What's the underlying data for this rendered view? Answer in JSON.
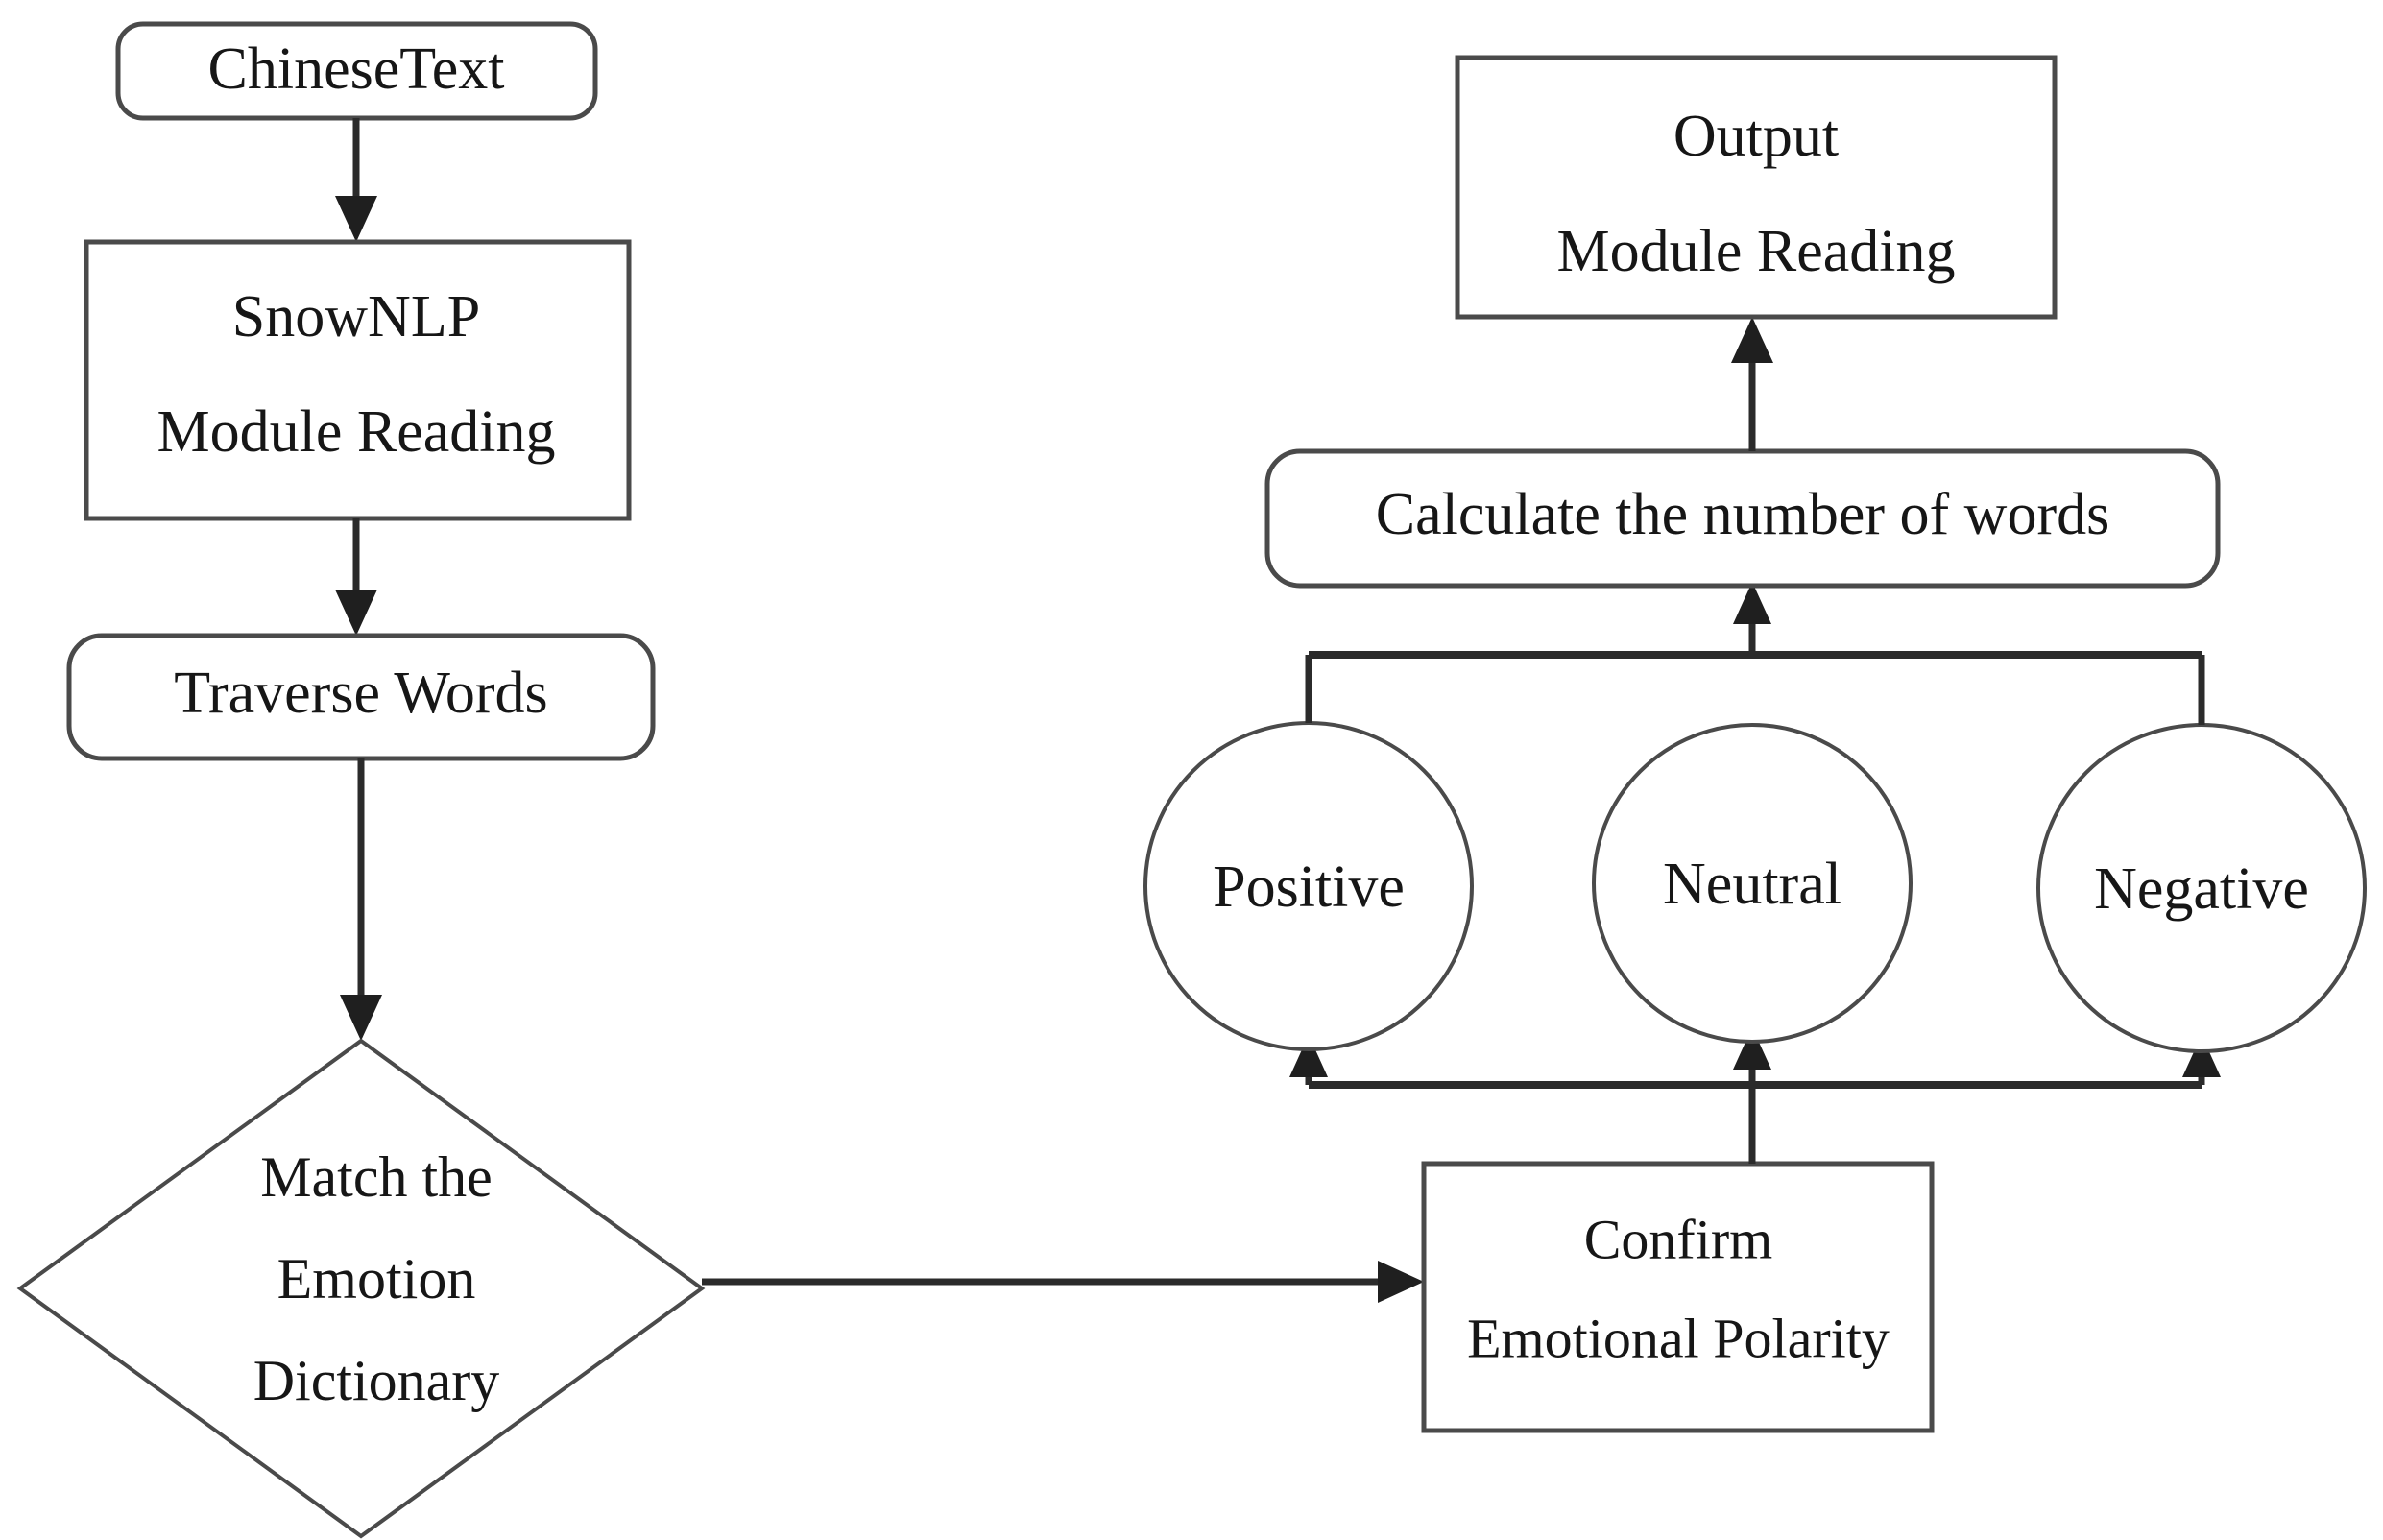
{
  "diagram": {
    "title": "Chinese Text Sentiment Analysis Flow",
    "background_color": "#ffffff",
    "stroke_color": "#4a4a4a",
    "arrow_color": "#1f1f1f",
    "text_color": "#161616"
  },
  "nodes": {
    "chinese_text": {
      "label": "ChineseText",
      "shape": "rounded-rectangle"
    },
    "snownlp": {
      "line1": "SnowNLP",
      "line2": "Module Reading",
      "shape": "rectangle"
    },
    "traverse_words": {
      "label": "Traverse Words",
      "shape": "rounded-rectangle"
    },
    "match_dictionary": {
      "line1": "Match the",
      "line2": "Emotion",
      "line3": "Dictionary",
      "shape": "diamond"
    },
    "confirm_polarity": {
      "line1": "Confirm",
      "line2": "Emotional Polarity",
      "shape": "rectangle"
    },
    "positive": {
      "label": "Positive",
      "shape": "circle"
    },
    "neutral": {
      "label": "Neutral",
      "shape": "circle"
    },
    "negative": {
      "label": "Negative",
      "shape": "circle"
    },
    "calculate_words": {
      "label": "Calculate the number of words",
      "shape": "rounded-rectangle"
    },
    "output_module": {
      "line1": "Output",
      "line2": "Module Reading",
      "shape": "rectangle"
    }
  },
  "edges": [
    {
      "from": "chinese_text",
      "to": "snownlp",
      "style": "arrow-down"
    },
    {
      "from": "snownlp",
      "to": "traverse_words",
      "style": "arrow-down"
    },
    {
      "from": "traverse_words",
      "to": "match_dictionary",
      "style": "arrow-down"
    },
    {
      "from": "match_dictionary",
      "to": "confirm_polarity",
      "style": "arrow-right"
    },
    {
      "from": "confirm_polarity",
      "to": "positive",
      "style": "bus-up"
    },
    {
      "from": "confirm_polarity",
      "to": "neutral",
      "style": "bus-up"
    },
    {
      "from": "confirm_polarity",
      "to": "negative",
      "style": "bus-up"
    },
    {
      "from": "positive",
      "to": "calculate_words",
      "style": "bus-up"
    },
    {
      "from": "neutral",
      "to": "calculate_words",
      "style": "bus-up"
    },
    {
      "from": "negative",
      "to": "calculate_words",
      "style": "bus-up"
    },
    {
      "from": "calculate_words",
      "to": "output_module",
      "style": "arrow-up"
    }
  ]
}
